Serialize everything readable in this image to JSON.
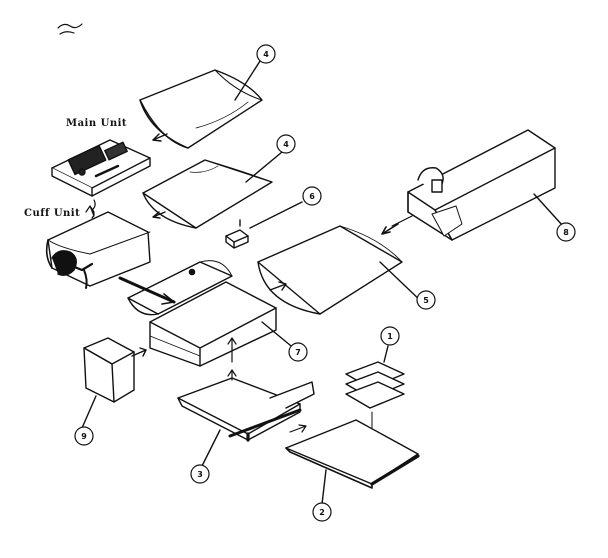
{
  "labels": {
    "main_unit": "Main Unit",
    "cuff_unit": "Cuff Unit"
  },
  "callouts": {
    "bag_top": "4",
    "bag_middle": "4",
    "small_part": "6",
    "case": "8",
    "bag_right": "5",
    "box_lid": "7",
    "packing_sheet": "1",
    "pad_block": "9",
    "tray": "3",
    "carton_base": "2"
  }
}
